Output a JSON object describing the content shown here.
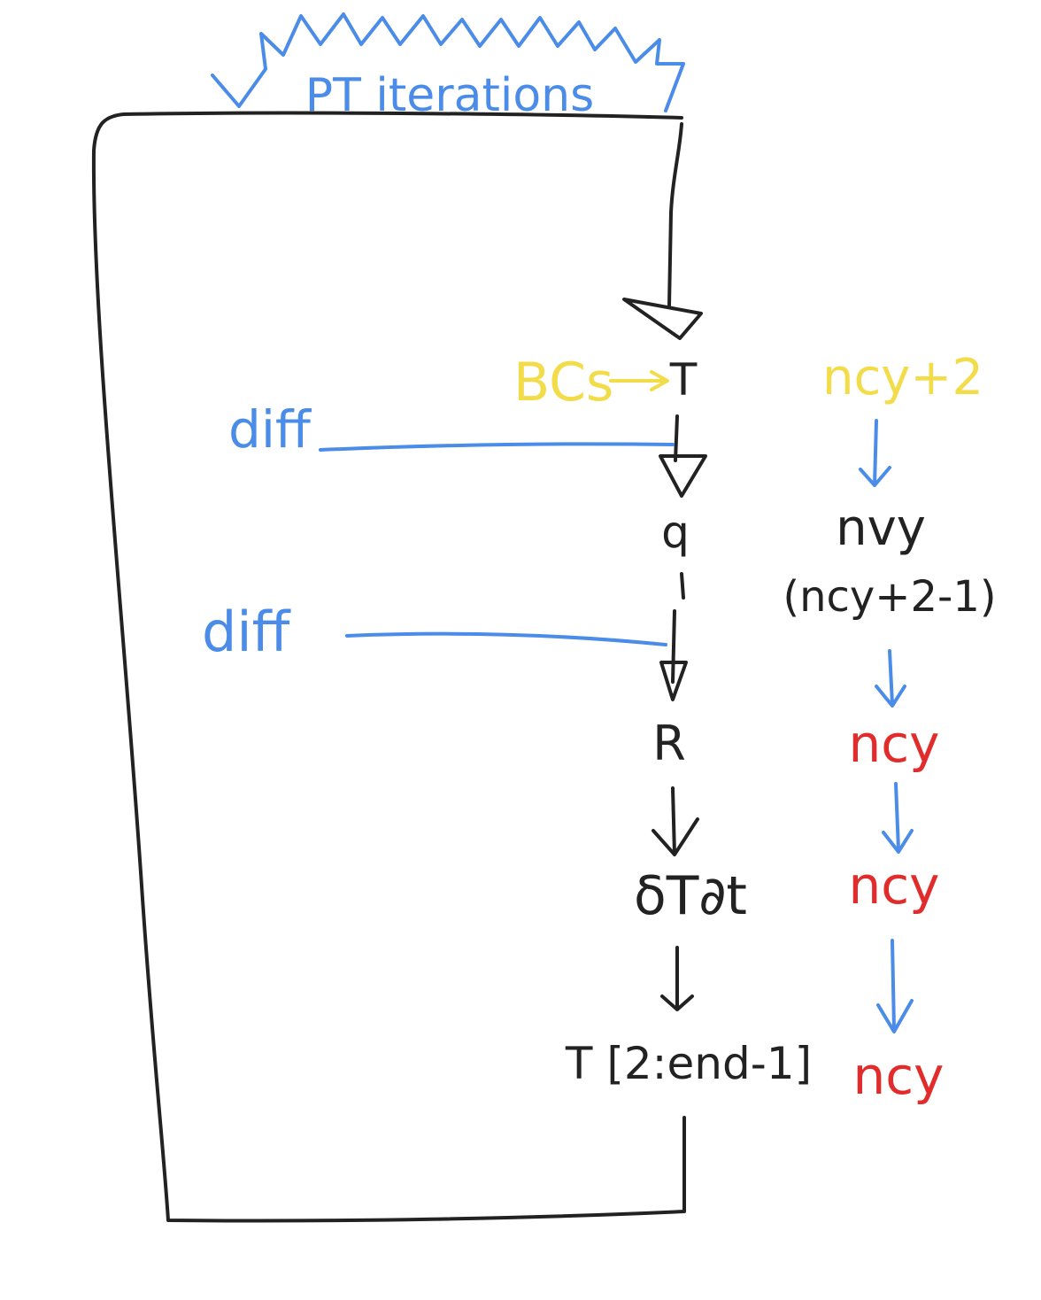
{
  "colors": {
    "ink": "#222222",
    "blue": "#4a8ce8",
    "yellow": "#f2dc4a",
    "red": "#e22b2b"
  },
  "banner": {
    "label": "PT iterations"
  },
  "flow": {
    "step_bcs": "BCs",
    "step_t": "T",
    "step_q": "q",
    "step_r": "R",
    "step_dtdt": "δT∂t",
    "step_t_slice": "T [2:end-1]"
  },
  "side_inputs": {
    "diff_1": "diff",
    "diff_2": "diff"
  },
  "sizes": {
    "size_1": "ncy+2",
    "size_2": "nvy",
    "size_2_note": "(ncy+2-1)",
    "size_3": "ncy",
    "size_4": "ncy",
    "size_5": "ncy"
  }
}
